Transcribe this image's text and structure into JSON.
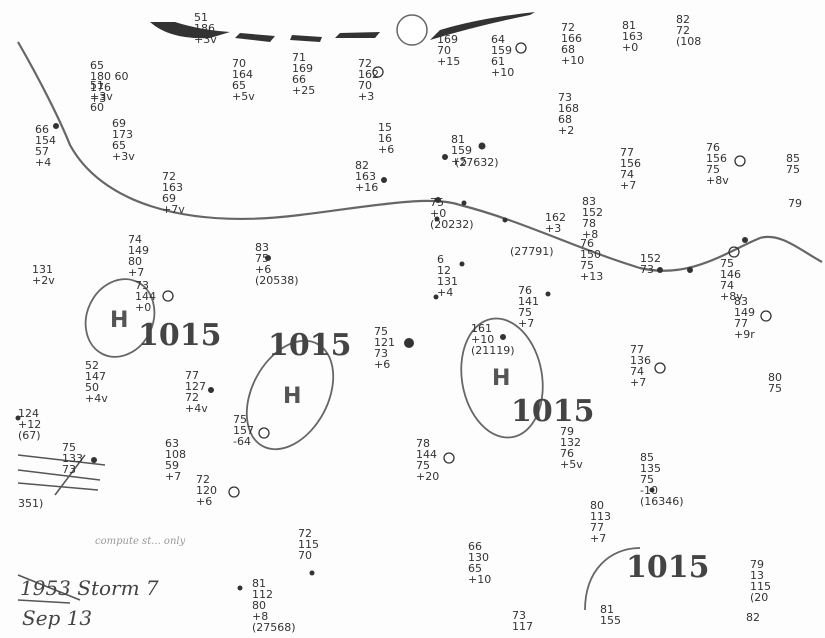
{
  "map_title": "1953 Storm 7",
  "map_date": "Sep 13",
  "faint_note": "compute st...  only",
  "highs": [
    {
      "id": "h1",
      "letter": "H",
      "pressure": "1015"
    },
    {
      "id": "h2",
      "letter": "H",
      "pressure": "1015"
    },
    {
      "id": "h3",
      "letter": "H",
      "pressure": "1015"
    },
    {
      "id": "h4",
      "pressure": "1015"
    }
  ],
  "stations": [
    {
      "id": "s1",
      "lines": [
        "51",
        "186",
        "+3v"
      ]
    },
    {
      "id": "s2",
      "lines": [
        "65",
        "180 60",
        "176",
        "+3"
      ]
    },
    {
      "id": "s3",
      "lines": [
        "51",
        "+3v",
        "60"
      ]
    },
    {
      "id": "s4",
      "lines": [
        "70",
        "164",
        "65",
        "+5v"
      ]
    },
    {
      "id": "s5",
      "lines": [
        "71",
        "169",
        "66",
        "+25"
      ]
    },
    {
      "id": "s6",
      "lines": [
        "72",
        "162",
        "70",
        "+3"
      ]
    },
    {
      "id": "s7",
      "lines": [
        "169",
        "70",
        "+15"
      ]
    },
    {
      "id": "s8",
      "lines": [
        "64",
        "159",
        "61",
        "+10"
      ]
    },
    {
      "id": "s9",
      "lines": [
        "72",
        "166",
        "68",
        "+10"
      ]
    },
    {
      "id": "s10",
      "lines": [
        "81",
        "163",
        "+0"
      ]
    },
    {
      "id": "s11",
      "lines": [
        "82",
        "72",
        "(108"
      ]
    },
    {
      "id": "s12",
      "lines": [
        "66",
        "154",
        "57",
        "+4"
      ]
    },
    {
      "id": "s13",
      "lines": [
        "69",
        "173",
        "65",
        "+3v"
      ]
    },
    {
      "id": "s14",
      "lines": [
        "15",
        "16",
        "+6"
      ]
    },
    {
      "id": "s15",
      "lines": [
        "82",
        "163",
        "+16"
      ]
    },
    {
      "id": "s16",
      "lines": [
        "81",
        "159",
        "+5"
      ]
    },
    {
      "id": "s17",
      "lines": [
        "73",
        "168",
        "68",
        "+2"
      ]
    },
    {
      "id": "s18",
      "lines": [
        "77",
        "156",
        "74",
        "+7"
      ]
    },
    {
      "id": "s19",
      "lines": [
        "76",
        "156",
        "75",
        "+8v"
      ]
    },
    {
      "id": "s20",
      "lines": [
        "85",
        "75"
      ]
    },
    {
      "id": "s21",
      "lines": [
        "72",
        "163",
        "69",
        "+7v"
      ]
    },
    {
      "id": "s22",
      "lines": [
        "(27632)"
      ]
    },
    {
      "id": "s23",
      "lines": [
        "75",
        "+0",
        "(20232)"
      ]
    },
    {
      "id": "s24",
      "lines": [
        "162",
        "+3"
      ]
    },
    {
      "id": "s25",
      "lines": [
        "83",
        "152",
        "78",
        "+8"
      ]
    },
    {
      "id": "s26",
      "lines": [
        "79"
      ]
    },
    {
      "id": "s27",
      "lines": [
        "74",
        "149",
        "80",
        "+7"
      ]
    },
    {
      "id": "s28",
      "lines": [
        "83",
        "75",
        "+6",
        "(20538)"
      ]
    },
    {
      "id": "s29",
      "lines": [
        "(27791)"
      ]
    },
    {
      "id": "s30",
      "lines": [
        "76",
        "150",
        "75",
        "+13"
      ]
    },
    {
      "id": "s31",
      "lines": [
        "152",
        "73"
      ]
    },
    {
      "id": "s32",
      "lines": [
        "131",
        "+2v"
      ]
    },
    {
      "id": "s33",
      "lines": [
        "73",
        "144",
        "+0"
      ]
    },
    {
      "id": "s34",
      "lines": [
        "6",
        "12",
        "131",
        "+4"
      ]
    },
    {
      "id": "s35",
      "lines": [
        "76",
        "141",
        "75",
        "+7"
      ]
    },
    {
      "id": "s36",
      "lines": [
        "75",
        "146",
        "74",
        "+8v"
      ]
    },
    {
      "id": "s37",
      "lines": [
        "83",
        "149",
        "77",
        "+9r"
      ]
    },
    {
      "id": "s38",
      "lines": [
        "75",
        "121",
        "73",
        "+6"
      ]
    },
    {
      "id": "s39",
      "lines": [
        "161",
        "+10",
        "(21119)"
      ]
    },
    {
      "id": "s40",
      "lines": [
        "77",
        "136",
        "74",
        "+7"
      ]
    },
    {
      "id": "s41",
      "lines": [
        "52",
        "147",
        "50",
        "+4v"
      ]
    },
    {
      "id": "s42",
      "lines": [
        "77",
        "127",
        "72",
        "+4v"
      ]
    },
    {
      "id": "s43",
      "lines": [
        "80",
        "75"
      ]
    },
    {
      "id": "s44",
      "lines": [
        "124",
        "+12",
        "(67)"
      ]
    },
    {
      "id": "s45",
      "lines": [
        "75",
        "157",
        "-64"
      ]
    },
    {
      "id": "s46",
      "lines": [
        "79",
        "132",
        "76",
        "+5v"
      ]
    },
    {
      "id": "s47",
      "lines": [
        "75",
        "133",
        "73"
      ]
    },
    {
      "id": "s48",
      "lines": [
        "63",
        "108",
        "59",
        "+7"
      ]
    },
    {
      "id": "s49",
      "lines": [
        "78",
        "144",
        "75",
        "+20"
      ]
    },
    {
      "id": "s50",
      "lines": [
        "72",
        "120",
        "+6"
      ]
    },
    {
      "id": "s51",
      "lines": [
        "85",
        "135",
        "75",
        "-10",
        "(16346)"
      ]
    },
    {
      "id": "s52",
      "lines": [
        "80",
        "113",
        "77",
        "+7"
      ]
    },
    {
      "id": "s53",
      "lines": [
        "351)"
      ]
    },
    {
      "id": "s54",
      "lines": [
        "72",
        "115",
        "70"
      ]
    },
    {
      "id": "s55",
      "lines": [
        "66",
        "130",
        "65",
        "+10"
      ]
    },
    {
      "id": "s56",
      "lines": [
        "81",
        "112",
        "80",
        "+8",
        "(27568)"
      ]
    },
    {
      "id": "s57",
      "lines": [
        "79",
        "13",
        "115",
        "(20"
      ]
    },
    {
      "id": "s58",
      "lines": [
        "73",
        "117"
      ]
    },
    {
      "id": "s59",
      "lines": [
        "81",
        "155"
      ]
    },
    {
      "id": "s60",
      "lines": [
        "82"
      ]
    }
  ]
}
